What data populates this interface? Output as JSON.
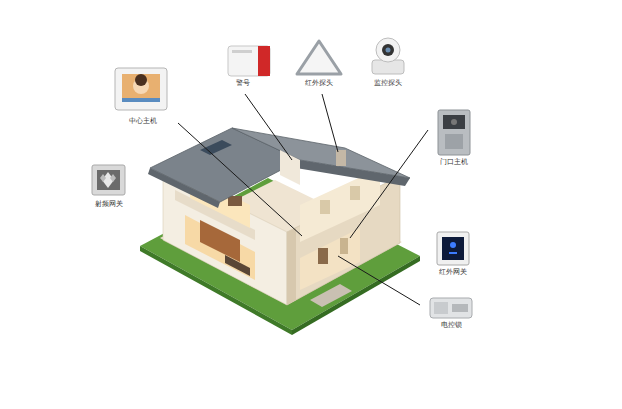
{
  "diagram": {
    "labels": [
      "中心主机",
      "警号",
      "红外探头",
      "监控探头",
      "门口主机",
      "射频网关",
      "红外网关",
      "电控锁"
    ]
  }
}
